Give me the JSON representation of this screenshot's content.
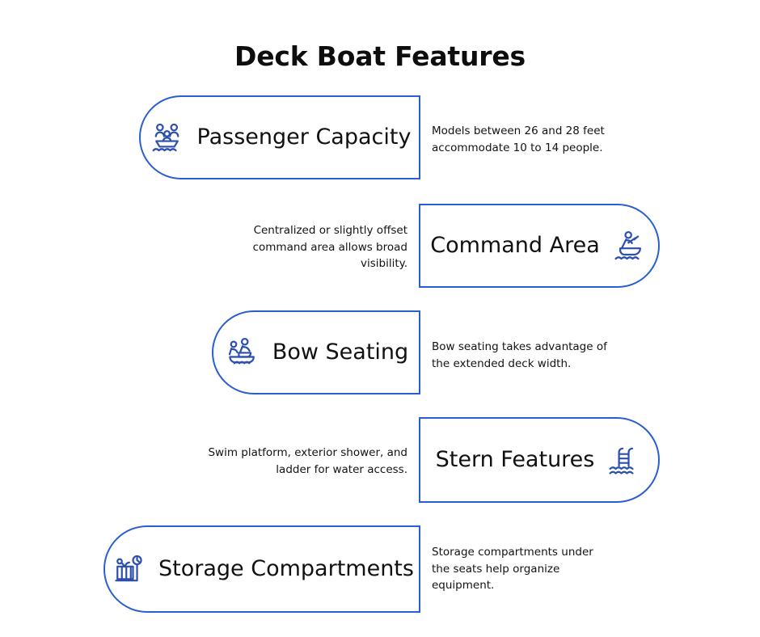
{
  "page": {
    "title": "Deck Boat Features",
    "accent_color": "#2a5fd0",
    "icon_color": "#2b4fae",
    "text_color": "#111111",
    "background": "#ffffff"
  },
  "features": [
    {
      "id": "passenger-capacity",
      "label": "Passenger Capacity",
      "icon": "people-in-boat-icon",
      "side": "left",
      "description": "Models between 26 and 28 feet accommodate 10 to 14 people."
    },
    {
      "id": "command-area",
      "label": "Command Area",
      "icon": "person-rowing-boat-icon",
      "side": "right",
      "description": "Centralized or slightly offset command area allows broad visibility."
    },
    {
      "id": "bow-seating",
      "label": "Bow Seating",
      "icon": "seated-people-boat-icon",
      "side": "left",
      "description": "Bow seating takes advantage of the extended deck width."
    },
    {
      "id": "stern-features",
      "label": "Stern Features",
      "icon": "pool-ladder-water-icon",
      "side": "right",
      "description": "Swim platform, exterior shower, and ladder for water access."
    },
    {
      "id": "storage-compartments",
      "label": "Storage Compartments",
      "icon": "storage-container-gauge-icon",
      "side": "left",
      "description": "Storage compartments under the seats help organize equipment."
    }
  ]
}
